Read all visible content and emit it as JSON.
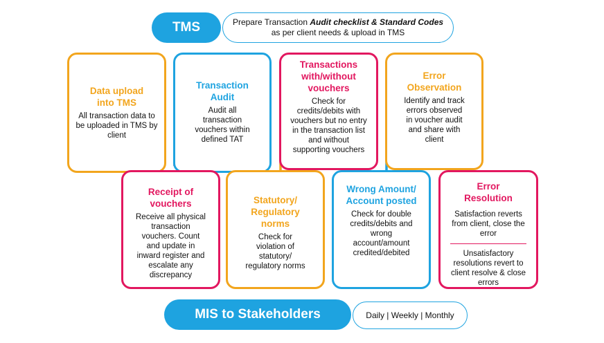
{
  "header": {
    "tms_label": "TMS",
    "prep_pre": "Prepare Transaction ",
    "prep_em": "Audit checklist & Standard Codes",
    "prep_line2": "as per client needs & upload in TMS"
  },
  "steps": [
    {
      "title": "Data upload into TMS",
      "desc": "All transaction data to be uploaded in TMS by client",
      "color": "#f2a51d"
    },
    {
      "title": "Transaction Audit",
      "desc": "Audit all transaction vouchers within defined TAT",
      "color": "#1ea3e0"
    },
    {
      "title": "Transactions with/without vouchers",
      "desc": "Check for credits/debits with vouchers but no entry in the transaction list and without supporting vouchers",
      "color": "#e2175f"
    },
    {
      "title": "Error Observation",
      "desc": "Identify and track errors observed in voucher audit and share with client",
      "color": "#f2a51d"
    },
    {
      "title": "Receipt of vouchers",
      "desc": "Receive all physical transaction vouchers. Count and update in inward register and escalate any discrepancy",
      "color": "#e2175f"
    },
    {
      "title": "Statutory/ Regulatory norms",
      "desc": "Check for violation of statutory/ regulatory norms",
      "color": "#f2a51d"
    },
    {
      "title": "Wrong Amount/ Account posted",
      "desc": "Check for double credits/debits and wrong account/amount credited/debited",
      "color": "#1ea3e0"
    },
    {
      "title": "Error Resolution",
      "desc": "Satisfaction reverts from client, close the error",
      "desc2": "Unsatisfactory resolutions revert to client resolve & close errors",
      "color": "#e2175f"
    }
  ],
  "footer": {
    "mis_label": "MIS to Stakeholders",
    "frequency": "Daily | Weekly | Monthly"
  }
}
